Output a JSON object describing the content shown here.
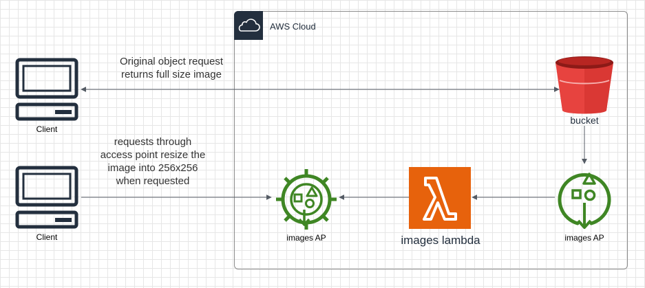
{
  "group": {
    "title": "AWS Cloud",
    "icon": "cloud-icon"
  },
  "clients": [
    {
      "label": "Client",
      "icon": "computer-client-icon"
    },
    {
      "label": "Client",
      "icon": "computer-client-icon"
    }
  ],
  "annotations": {
    "top": [
      "Original object request",
      "returns full size image"
    ],
    "bottom": [
      "requests through",
      "access point resize the",
      "image into 256x256",
      "when requested"
    ]
  },
  "nodes": {
    "bucket": {
      "label": "bucket",
      "icon": "s3-bucket-icon",
      "color": "#e7433f"
    },
    "lambda": {
      "label": "images lambda",
      "icon": "lambda-icon",
      "color": "#e7620c"
    },
    "object_lambda_ap": {
      "label": "images AP",
      "icon": "s3-object-lambda-access-point-icon",
      "color": "#3f8624"
    },
    "access_point": {
      "label": "images AP",
      "icon": "s3-access-point-icon",
      "color": "#3f8624"
    }
  },
  "colors": {
    "connector": "#545b64",
    "group_border": "#8c8c8c",
    "group_badge": "#232f3e"
  }
}
